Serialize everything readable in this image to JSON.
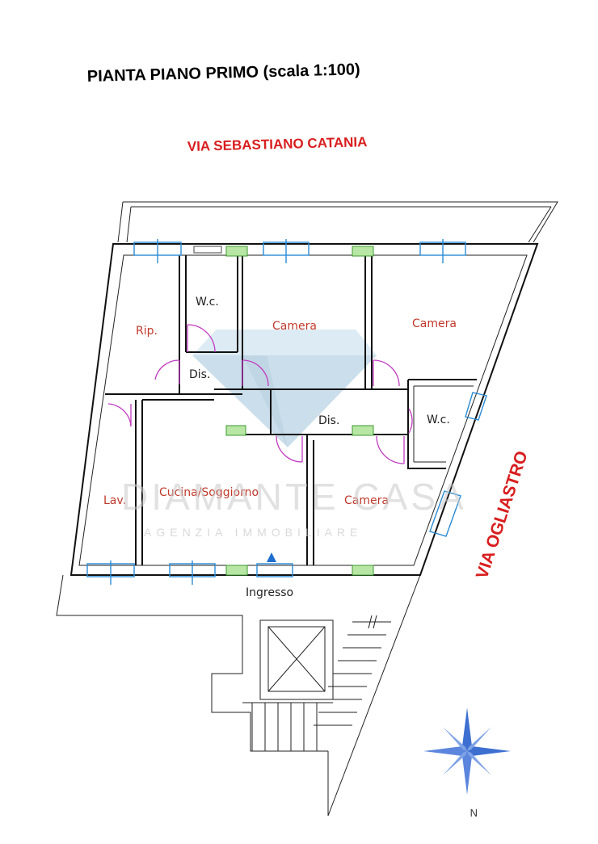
{
  "title": "PIANTA PIANO PRIMO (scala 1:100)",
  "streets": {
    "top": "VIA SEBASTIANO CATANIA",
    "right": "VIA OGLIASTRO"
  },
  "rooms": {
    "rip": "Rip.",
    "wc_left": "W.c.",
    "camera_top_mid": "Camera",
    "camera_top_right": "Camera",
    "dis_left": "Dis.",
    "dis_mid": "Dis.",
    "wc_right": "W.c.",
    "lav": "Lav.",
    "cucina": "Cucina/Soggiorno",
    "camera_bottom": "Camera"
  },
  "entrance_label": "Ingresso",
  "watermark": {
    "main": "DIAMANTE CASA",
    "sub": "AGENZIA IMMOBILIARE"
  },
  "compass": {
    "label": "N"
  },
  "colors": {
    "street_text": "#d81e1e",
    "room_text": "#c0392b",
    "window": "#2a8bd6",
    "door": "#c23cc2",
    "vent_fill": "#b8e6a4",
    "compass": "#3d6fd1"
  }
}
